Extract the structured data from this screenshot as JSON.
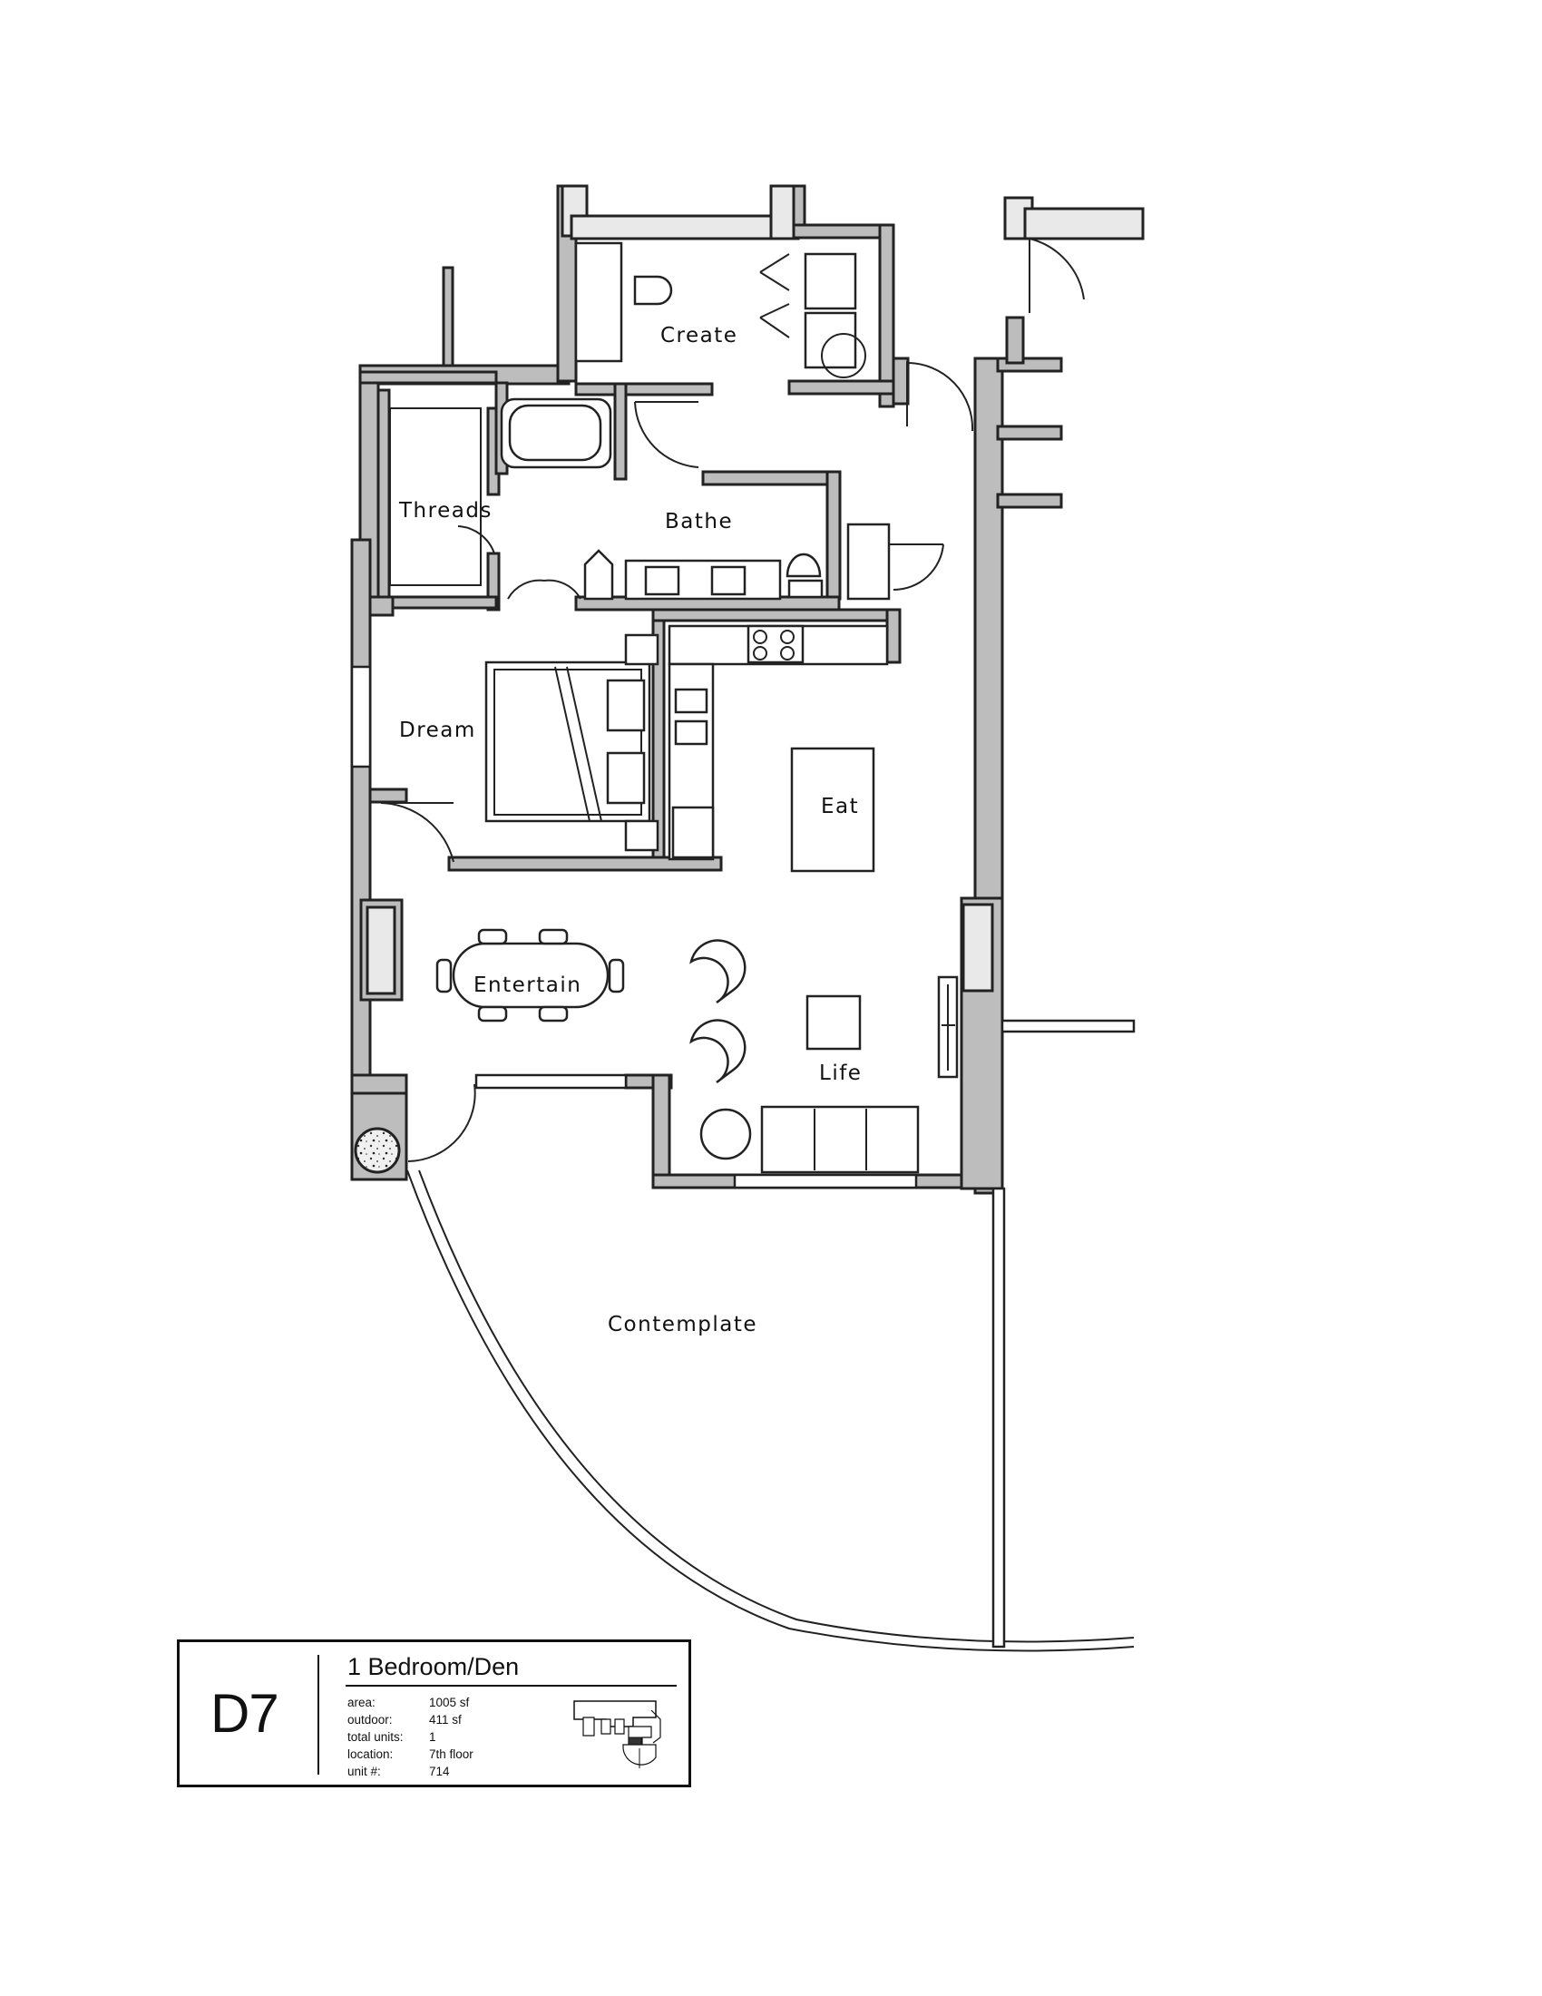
{
  "rooms": {
    "create": "Create",
    "threads": "Threads",
    "bathe": "Bathe",
    "dream": "Dream",
    "eat": "Eat",
    "entertain": "Entertain",
    "life": "Life",
    "contemplate": "Contemplate"
  },
  "legend": {
    "unit_code": "D7",
    "unit_type": "1 Bedroom/Den",
    "specs": [
      {
        "label": "area:",
        "value": "1005 sf"
      },
      {
        "label": "outdoor:",
        "value": "411 sf"
      },
      {
        "label": "total units:",
        "value": "1"
      },
      {
        "label": "location:",
        "value": "7th floor"
      },
      {
        "label": "unit #:",
        "value": "714"
      }
    ]
  },
  "colors": {
    "wall_fill": "#bdbdbd",
    "line": "#222222",
    "background": "#ffffff"
  }
}
